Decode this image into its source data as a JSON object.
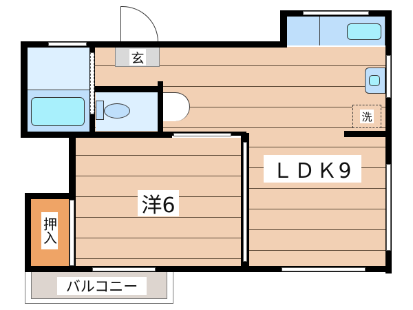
{
  "floor_plan": {
    "rooms": {
      "entrance": {
        "label": "玄"
      },
      "laundry": {
        "label": "洗"
      },
      "ldk": {
        "label": "ＬＤＫ9"
      },
      "western_room": {
        "label": "洋6"
      },
      "closet": {
        "label": "押入"
      },
      "balcony": {
        "label": "バルコニー"
      }
    },
    "colors": {
      "wall": "#000000",
      "flooring": "#f2d0b4",
      "wet_area": "#cfe8fb",
      "bathtub": "#a8f0fc",
      "closet": "#efa466",
      "balcony": "#ddd5cf",
      "entrance": "#d9d9d9"
    }
  }
}
